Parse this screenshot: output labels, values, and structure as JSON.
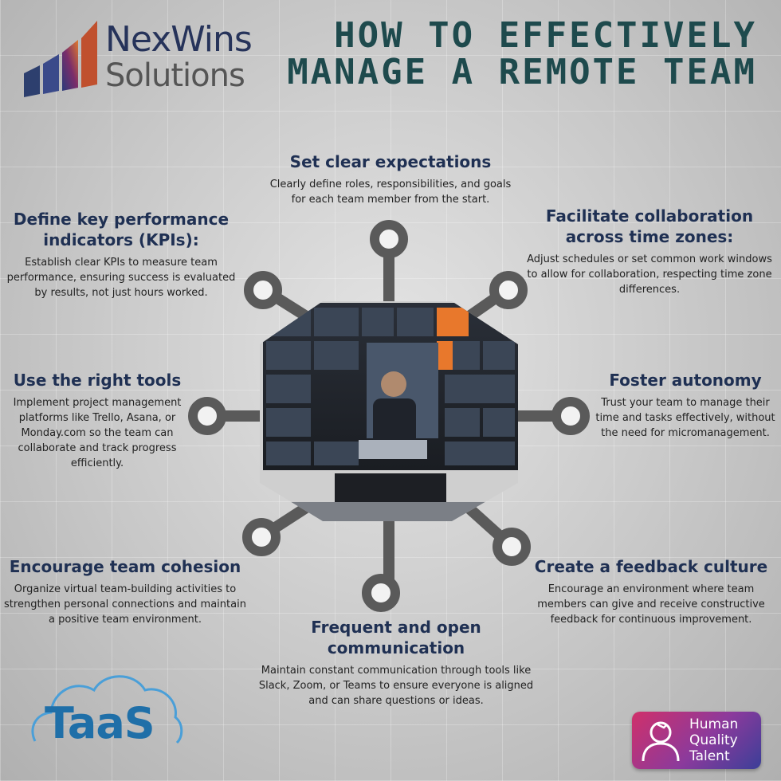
{
  "brand": {
    "name_line1": "NexWins",
    "name_line2": "Solutions"
  },
  "title": {
    "line1": "HOW TO EFFECTIVELY",
    "line2": "MANAGE A REMOTE TEAM"
  },
  "items": {
    "top": {
      "heading": "Set clear expectations",
      "body": "Clearly define roles, responsibilities, and goals for each team member from the start."
    },
    "top_left": {
      "heading": "Define key performance indicators (KPIs):",
      "body": "Establish clear KPIs to measure team performance, ensuring success is evaluated by results, not just hours worked."
    },
    "top_right": {
      "heading": "Facilitate collaboration across time zones:",
      "body": "Adjust schedules or set common work windows to allow for collaboration, respecting time zone differences."
    },
    "left": {
      "heading": "Use the right tools",
      "body": "Implement project management platforms like Trello, Asana, or Monday.com so the team can collaborate and track progress efficiently."
    },
    "right": {
      "heading": "Foster autonomy",
      "body": "Trust your team to manage their time and tasks effectively, without the need for micromanagement."
    },
    "bottom_left": {
      "heading": "Encourage team cohesion",
      "body": "Organize virtual team-building activities to strengthen personal connections and maintain a positive team environment."
    },
    "bottom_right": {
      "heading": "Create a feedback culture",
      "body": "Encourage an environment where team members can give and receive constructive feedback for continuous improvement."
    },
    "bottom": {
      "heading": "Frequent and open communication",
      "body": "Maintain constant communication through tools like Slack, Zoom, or Teams to ensure everyone is aligned and can share questions or ideas."
    }
  },
  "footer": {
    "taas_label": "TaaS",
    "hqt_line1": "Human",
    "hqt_line2": "Quality",
    "hqt_line3": "Talent"
  },
  "colors": {
    "title": "#1e4a4d",
    "heading": "#1f3053",
    "connector": "#5a5a5a",
    "accent_orange": "#e8782c"
  },
  "icons": {
    "nexwins_logo": "bar-chart-logo",
    "taas_logo": "cloud-icon",
    "hqt_logo": "person-icon",
    "center_image": "video-conference-hexagon"
  }
}
